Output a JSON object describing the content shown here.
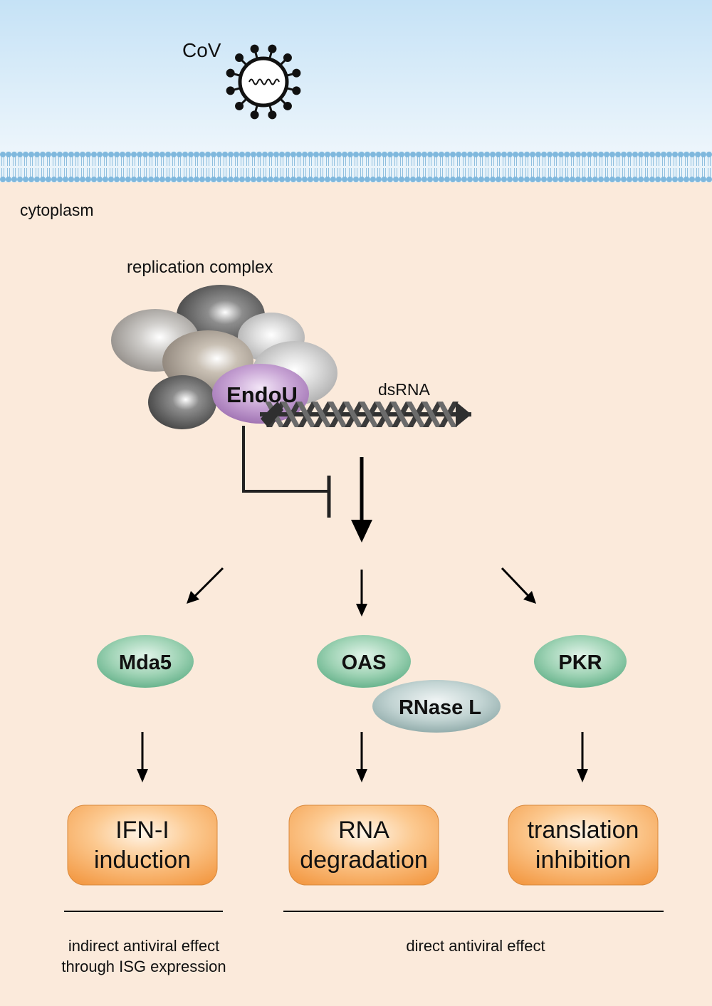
{
  "labels": {
    "virus": "CoV",
    "compartment": "cytoplasm",
    "complex": "replication complex",
    "endou": "EndoU",
    "dsrna": "dsRNA"
  },
  "sensors": {
    "mda5": "Mda5",
    "oas": "OAS",
    "rnase_l": "RNase L",
    "pkr": "PKR"
  },
  "outcomes": {
    "ifn": {
      "line1": "IFN-I",
      "line2": "induction"
    },
    "rna": {
      "line1": "RNA",
      "line2": "degradation"
    },
    "translation": {
      "line1": "translation",
      "line2": "inhibition"
    }
  },
  "effects": {
    "indirect_line1": "indirect antiviral effect",
    "indirect_line2": "through ISG expression",
    "direct": "direct antiviral effect"
  },
  "colors": {
    "extracellular_top": "#c7e3f7",
    "extracellular_bottom": "#eef6fc",
    "cytoplasm": "#fbeadb",
    "membrane_head": "#7fb8dd",
    "endou": "#a97cbb",
    "sensor_green": "#7cc4a0",
    "rnase_l": "#a9c1c0",
    "outcome_orange": "#f7a24e"
  }
}
